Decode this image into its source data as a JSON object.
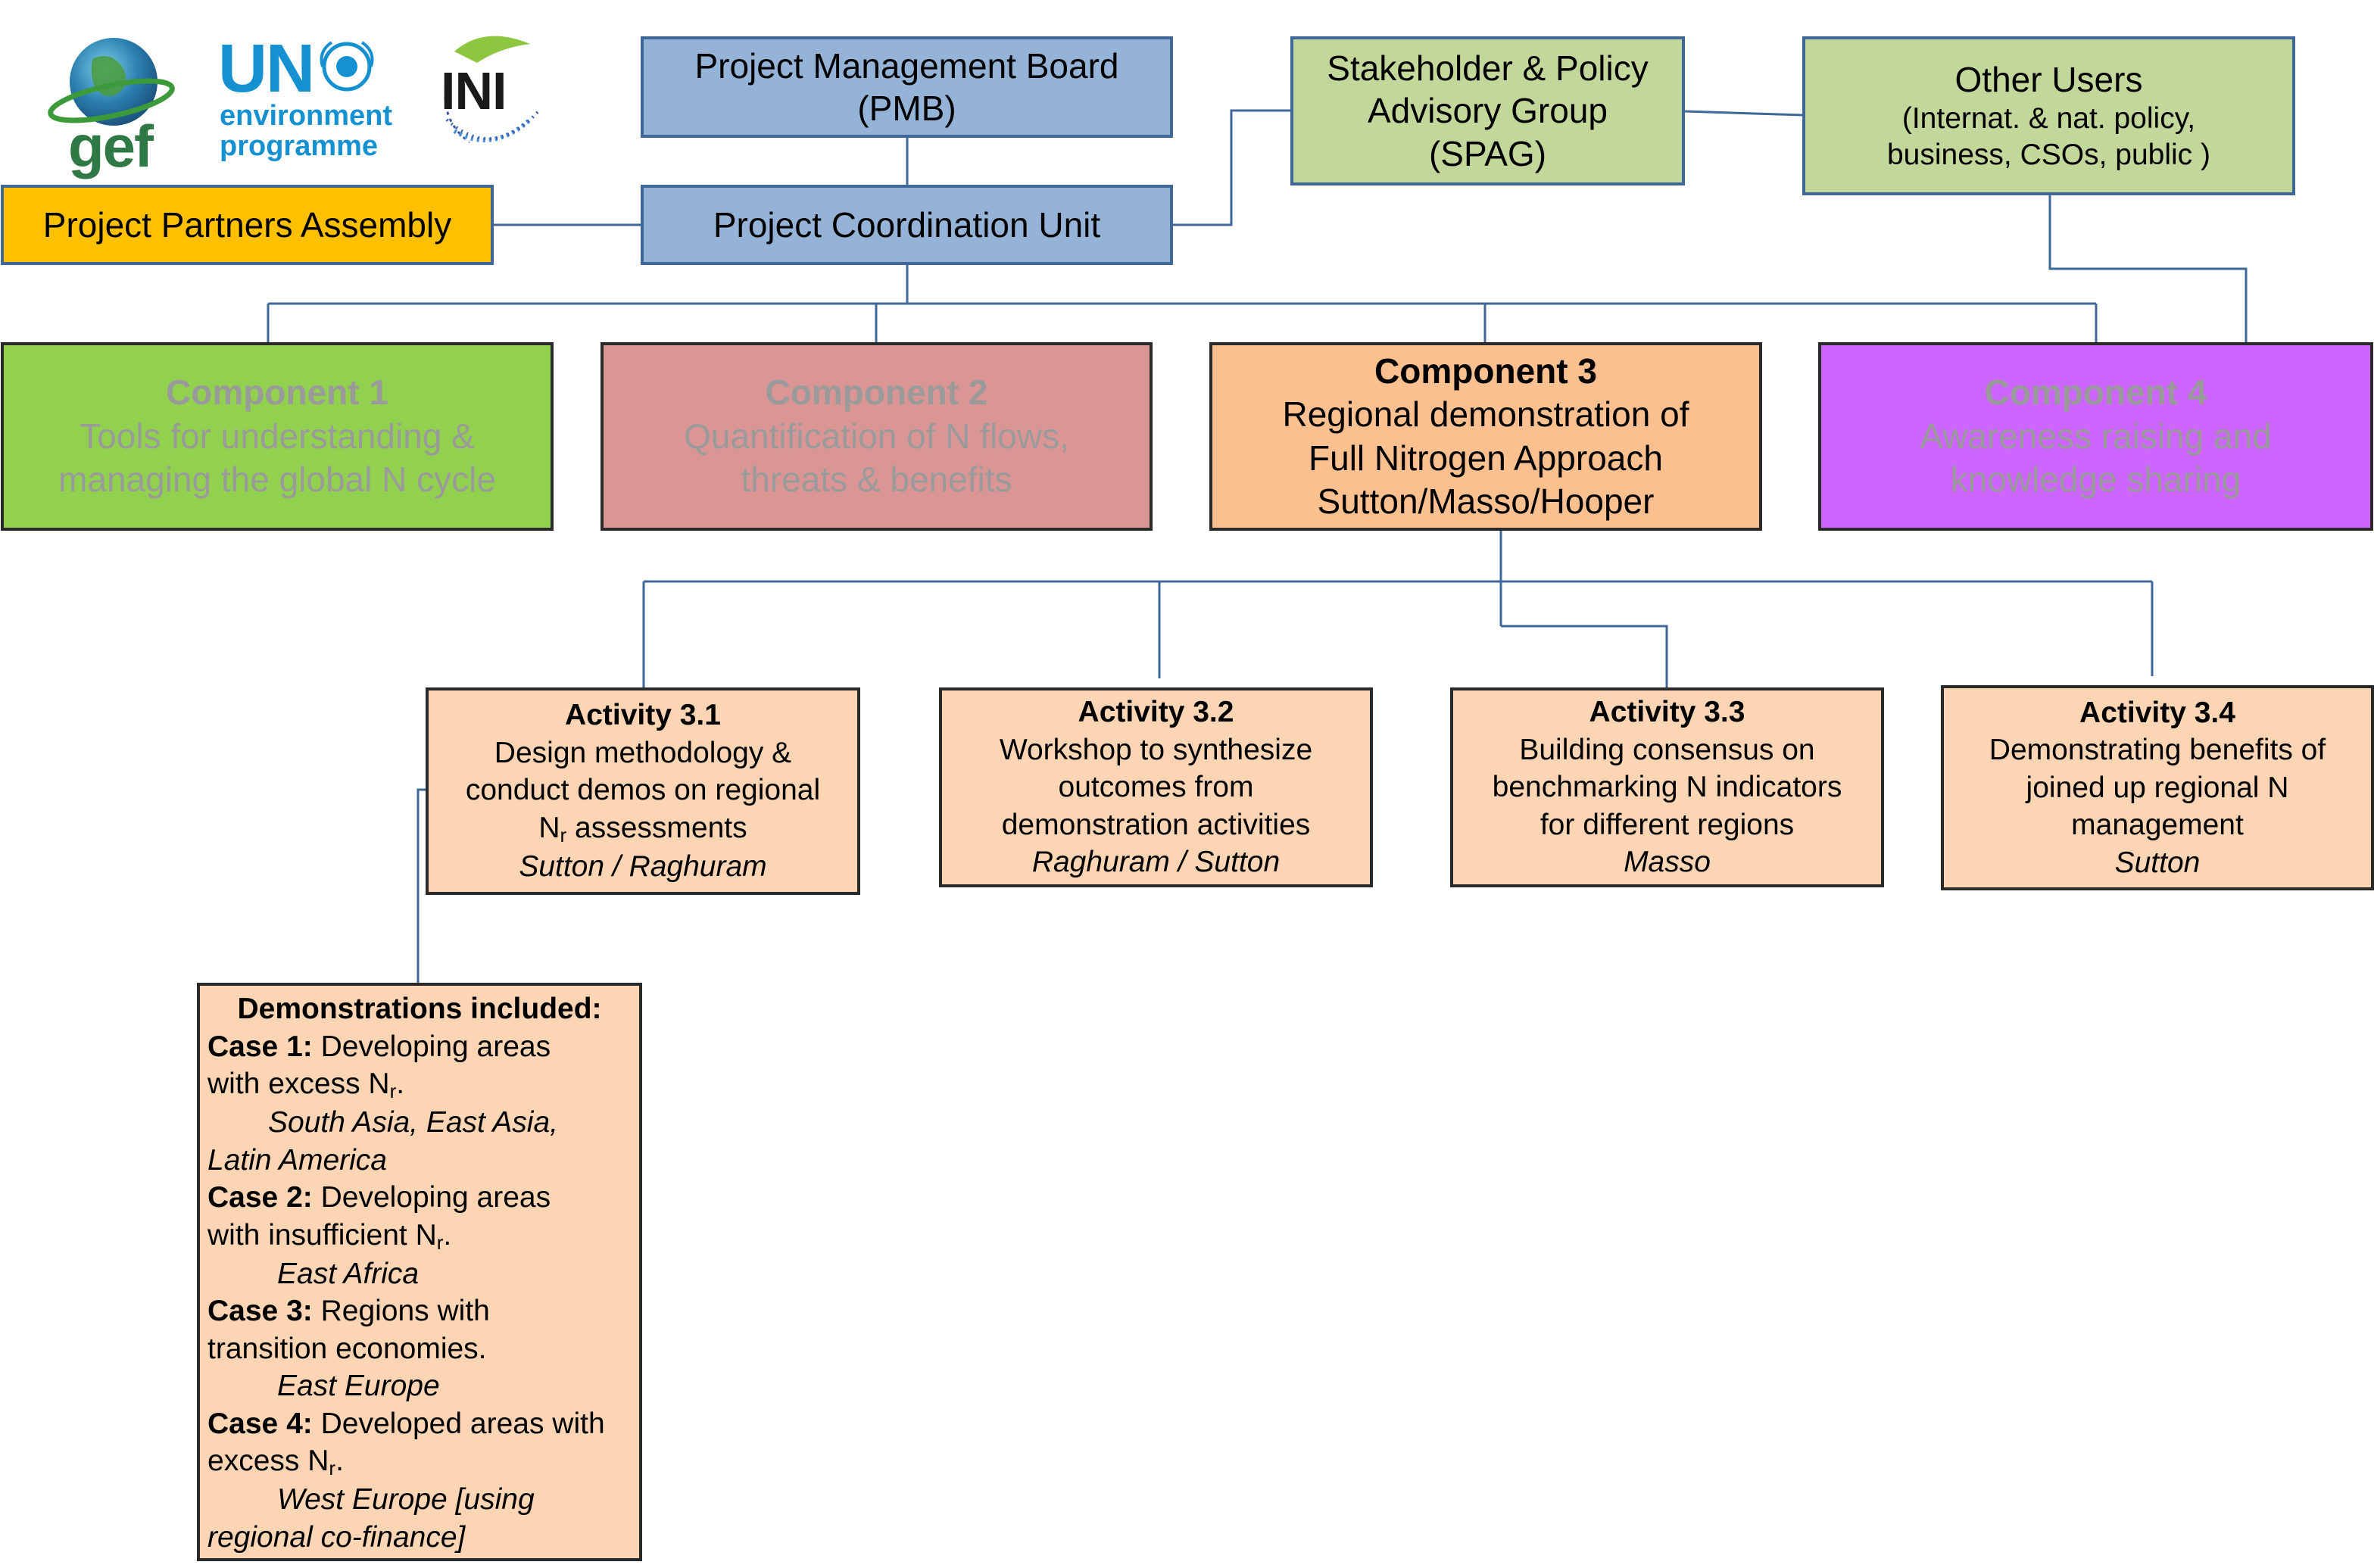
{
  "logos": {
    "gef": "gef",
    "un_main": "UN",
    "un_sub1": "environment",
    "un_sub2": "programme",
    "ini": "INI"
  },
  "pmb": {
    "line1": "Project Management Board",
    "line2": "(PMB)"
  },
  "pcu": {
    "label": "Project Coordination Unit"
  },
  "ppa": {
    "label": "Project Partners Assembly"
  },
  "spag": {
    "line1": "Stakeholder & Policy",
    "line2": "Advisory Group",
    "line3": "(SPAG)"
  },
  "other_users": {
    "title": "Other Users",
    "line1": "(Internat. & nat. policy,",
    "line2": "business, CSOs, public )"
  },
  "components": [
    {
      "title": "Component 1",
      "line1": "Tools for understanding &",
      "line2": "managing the global N cycle",
      "line3": "",
      "fill": "#92d050",
      "text_color": "#9a9a9a"
    },
    {
      "title": "Component 2",
      "line1": "Quantification of N flows,",
      "line2": "threats & benefits",
      "line3": "",
      "fill": "#da9694",
      "text_color": "#9a9a9a"
    },
    {
      "title": "Component 3",
      "line1": "Regional demonstration  of",
      "line2": "Full Nitrogen Approach",
      "line3": "Sutton/Masso/Hooper",
      "fill": "#fac090",
      "text_color": "#000000"
    },
    {
      "title": "Component 4",
      "line1": "Awareness raising and",
      "line2": "knowledge sharing",
      "line3": "",
      "fill": "#cc66ff",
      "text_color": "#9a9a9a"
    }
  ],
  "activities": [
    {
      "title": "Activity 3.1",
      "line1": "Design methodology &",
      "line2": "conduct demos on regional",
      "line3_pre": "N",
      "line3_sub": "r",
      "line3_post": " assessments",
      "lead": "Sutton / Raghuram"
    },
    {
      "title": "Activity 3.2",
      "line1": "Workshop to synthesize",
      "line2": "outcomes from",
      "line3": "demonstration activities",
      "lead": "Raghuram / Sutton"
    },
    {
      "title": "Activity 3.3",
      "line1": "Building consensus on",
      "line2": "benchmarking N indicators",
      "line3": "for different regions",
      "lead": "Masso"
    },
    {
      "title": "Activity 3.4",
      "line1": "Demonstrating benefits of",
      "line2": "joined up regional N",
      "line3": "management",
      "lead": "Sutton"
    }
  ],
  "demonstrations": {
    "title": "Demonstrations included:",
    "cases": [
      {
        "label": "Case 1:",
        "text1": " Developing areas",
        "text2_pre": "with excess N",
        "text2_sub": "r",
        "text2_post": ".",
        "region1": "South Asia, East Asia,",
        "region2": "Latin America"
      },
      {
        "label": "Case 2:",
        "text1": " Developing areas",
        "text2_pre": "with insufficient N",
        "text2_sub": "r",
        "text2_post": ".",
        "region1": "East Africa",
        "region2": ""
      },
      {
        "label": "Case 3:",
        "text1": " Regions with",
        "text2_pre": "transition economies.",
        "text2_sub": "",
        "text2_post": "",
        "region1": "East Europe",
        "region2": ""
      },
      {
        "label": "Case 4:",
        "text1": " Developed areas with",
        "text2_pre": "excess N",
        "text2_sub": "r",
        "text2_post": ".",
        "region1": "West Europe [using",
        "region2": "regional co-finance]"
      }
    ]
  },
  "colors": {
    "connector": "#3f6797",
    "box_blue": "#95b3d7",
    "box_green": "#c4d79b",
    "box_gold": "#ffc000",
    "activity": "#fcd5b4"
  }
}
